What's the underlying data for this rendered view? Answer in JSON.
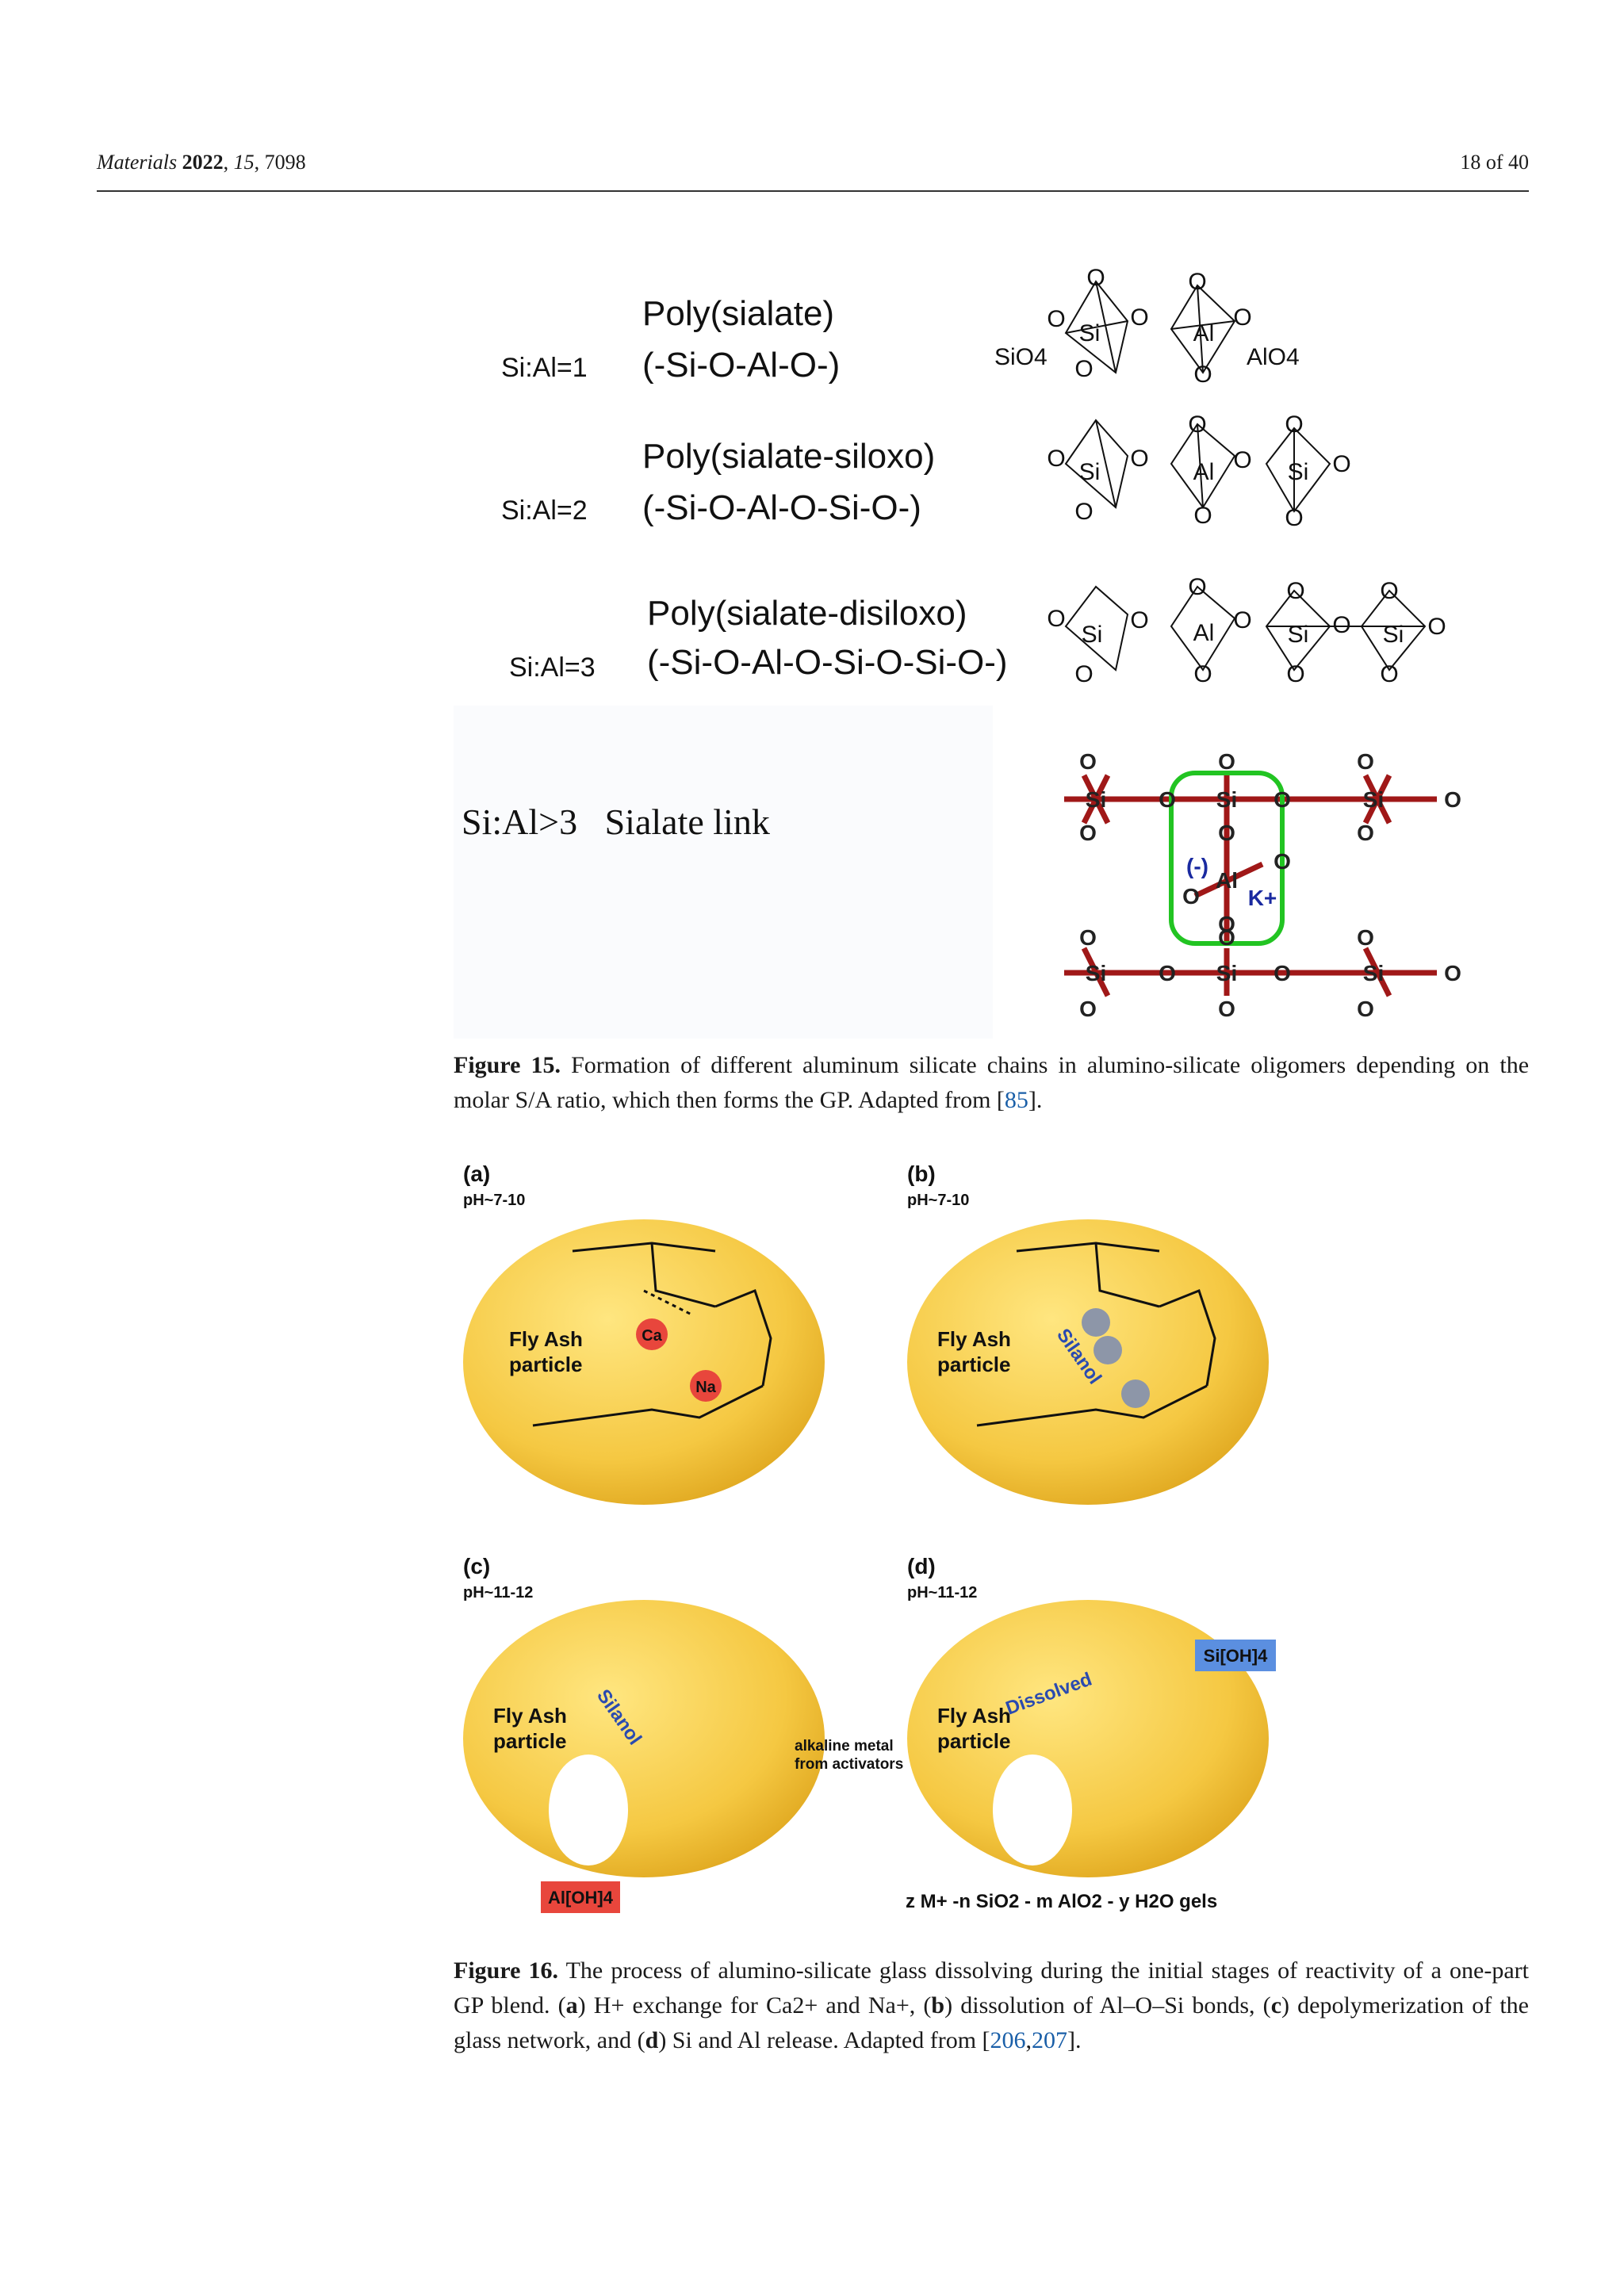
{
  "header": {
    "journal": "Materials",
    "year": "2022",
    "volume": "15",
    "article": "7098",
    "page_of": "18 of 40"
  },
  "figure15": {
    "rows": [
      {
        "ratio": "Si:Al=1",
        "name": "Poly(sialate)",
        "formula": "(-Si-O-Al-O-)"
      },
      {
        "ratio": "Si:Al=2",
        "name": "Poly(sialate-siloxo)",
        "formula": "(-Si-O-Al-O-Si-O-)"
      },
      {
        "ratio": "Si:Al=3",
        "name": "Poly(sialate-disiloxo)",
        "formula": "(-Si-O-Al-O-Si-O-Si-O-)"
      }
    ],
    "sio4_label": "SiO4",
    "alo4_label": "AlO4",
    "sialate_link": "Si:Al>3   Sialate link",
    "charge_label": "(-)",
    "cation_label": "K+",
    "caption_label": "Figure 15.",
    "caption_text": "Formation of different aluminum silicate chains in alumino-silicate oligomers depending on the molar S/A ratio, which then forms the GP. Adapted from [",
    "caption_ref": "85",
    "caption_end": "]."
  },
  "figure16": {
    "panels": [
      {
        "label": "(a)",
        "ph": "pH~7-10"
      },
      {
        "label": "(b)",
        "ph": "pH~7-10"
      },
      {
        "label": "(c)",
        "ph": "pH~11-12"
      },
      {
        "label": "(d)",
        "ph": "pH~11-12"
      }
    ],
    "particle_line1": "Fly Ash",
    "particle_line2": "particle",
    "silanol": "Silanol",
    "dissolved": "Dissolved",
    "alkaline_line1": "alkaline metal",
    "alkaline_line2": "from activators",
    "aloh4": "Al[OH]4",
    "sioh4": "Si[OH]4",
    "gel_formula": "z M+ -n SiO2 - m AlO2 - y H2O gels",
    "caption_label": "Figure 16.",
    "caption_p1": "The process of alumino-silicate glass dissolving during the initial stages of reactivity of a one-part GP blend. (",
    "cap_a": "a",
    "caption_p2": ") H+ exchange for Ca2+ and Na+, (",
    "cap_b": "b",
    "caption_p3": ") dissolution of Al–O–Si bonds, (",
    "cap_c": "c",
    "caption_p4": ") depolymerization of the glass network, and (",
    "cap_d": "d",
    "caption_p5": ") Si and Al release. Adapted from [",
    "caption_ref1": "206",
    "caption_ref2": "207",
    "caption_end": "]."
  },
  "colors": {
    "hydroxide_red": "#e8463c",
    "water_green": "#7cc46a",
    "proton_blue": "#5b8fe0",
    "particle_yellow": "#f5c842",
    "bond_darkred": "#a01818",
    "loop_green": "#22c422",
    "caption_link": "#1a5fa8"
  }
}
